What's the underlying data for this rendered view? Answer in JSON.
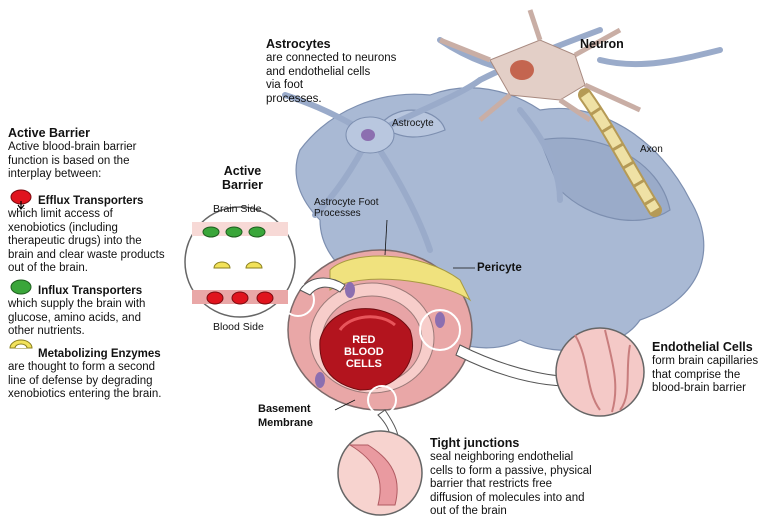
{
  "left": {
    "active_barrier_title": "Active Barrier",
    "active_barrier_text": "Active blood-brain barrier\nfunction is based on the\ninterplay between:",
    "efflux_title": "Efflux Transporters",
    "efflux_text": "which limit access of\nxenobiotics (including\ntherapeutic drugs) into the\nbrain and clear waste products\nout of the brain.",
    "influx_title": "Influx Transporters",
    "influx_text": "which supply the brain with\nglucose, amino acids, and\nother nutrients.",
    "metabolizing_title": "Metabolizing Enzymes",
    "metabolizing_text": "are thought to form a second\nline of defense by degrading\nxenobiotics entering the brain."
  },
  "astrocytes": {
    "title": "Astrocytes",
    "text": "are connected to neurons\nand endothelial cells\nvia foot\nprocesses."
  },
  "labels": {
    "neuron": "Neuron",
    "astrocyte": "Astrocyte",
    "axon": "Axon",
    "astrocyte_foot": "Astrocyte Foot\nProcesses",
    "pericyte": "Pericyte",
    "active_barrier_circle": "Active\nBarrier",
    "brain_side": "Brain Side",
    "blood_side": "Blood Side",
    "red_blood_cells": "RED\nBLOOD\nCELLS",
    "basement_membrane": "Basement\nMembrane"
  },
  "endothelial": {
    "title": "Endothelial Cells",
    "text": "form brain capillaries\nthat comprise the\nblood-brain barrier"
  },
  "tight": {
    "title": "Tight junctions",
    "text": "seal neighboring endothelial\ncells to form a passive, physical\nbarrier that restricts free\ndiffusion of molecules into and\nout of the brain"
  },
  "colors": {
    "efflux": "#e0141e",
    "influx": "#3aa63a",
    "enzyme": "#f2e25a",
    "astro": "#a9b9d4",
    "endothelium": "#f2b9b5",
    "blood": "#b3141e"
  }
}
